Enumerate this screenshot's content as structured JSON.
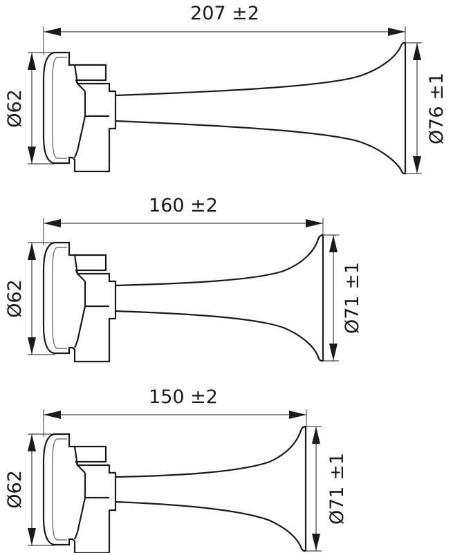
{
  "diagram": {
    "type": "technical-drawing",
    "subject": "air horn trumpets dimensions",
    "line_color": "#1a1a1a",
    "background": "#ffffff",
    "horns": [
      {
        "id": "horn-1",
        "length_label": "207 ±2",
        "back_diameter_label": "Ø62",
        "bell_diameter_label": "Ø76 ±1"
      },
      {
        "id": "horn-2",
        "length_label": "160 ±2",
        "back_diameter_label": "Ø62",
        "bell_diameter_label": "Ø71 ±1"
      },
      {
        "id": "horn-3",
        "length_label": "150 ±2",
        "back_diameter_label": "Ø62",
        "bell_diameter_label": "Ø71 ±1"
      }
    ]
  }
}
